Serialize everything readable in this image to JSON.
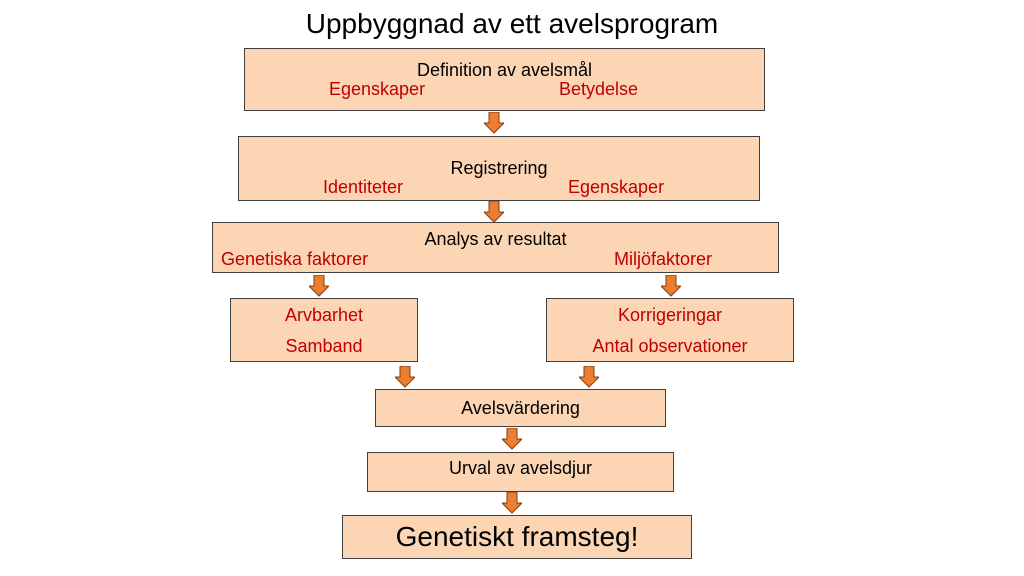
{
  "title": "Uppbyggnad av ett avelsprogram",
  "boxes": {
    "definition": {
      "label": "Definition av avelsmål",
      "left": "Egenskaper",
      "right": "Betydelse"
    },
    "registrering": {
      "label": "Registrering",
      "left": "Identiteter",
      "right": "Egenskaper"
    },
    "analys": {
      "label": "Analys av resultat",
      "left": "Genetiska faktorer",
      "right": "Miljöfaktorer"
    },
    "genetic": {
      "line1": "Arvbarhet",
      "line2": "Samband"
    },
    "environment": {
      "line1": "Korrigeringar",
      "line2": "Antal observationer"
    },
    "avelsvardering": {
      "label": "Avelsvärdering"
    },
    "urval": {
      "label": "Urval av avelsdjur"
    },
    "framsteg": {
      "label": "Genetiskt framsteg!"
    }
  },
  "colors": {
    "box_fill": "#fcd5b5",
    "box_border": "#404040",
    "accent_text": "#c00000",
    "arrow_fill": "#ed7d31",
    "arrow_stroke": "#843c0c"
  }
}
